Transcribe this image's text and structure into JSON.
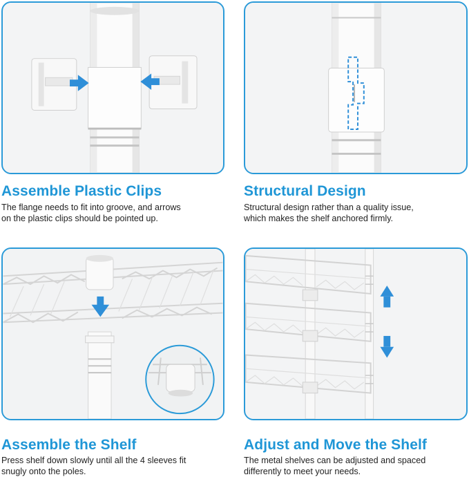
{
  "sections": [
    {
      "heading": "Assemble Plastic Clips",
      "desc_line1": "The flange needs to fit into groove, and arrows",
      "desc_line2": "on the plastic clips should be pointed up."
    },
    {
      "heading": "Structural Design",
      "desc_line1": "Structural design rather than a quality issue,",
      "desc_line2": "which makes the shelf anchored firmly."
    },
    {
      "heading": "Assemble the Shelf",
      "desc_line1": "Press shelf down slowly until all the 4 sleeves fit",
      "desc_line2": "snugly onto the poles."
    },
    {
      "heading": "Adjust and Move the Shelf",
      "desc_line1": "The metal shelves can be adjusted and spaced",
      "desc_line2": "differently to meet your needs."
    }
  ],
  "colors": {
    "accent": "#1f96d6",
    "border": "#2a9ad8",
    "arrow": "#2f8fd8"
  },
  "icons": [
    "arrow-right-icon",
    "arrow-left-icon",
    "arrow-down-icon",
    "arrow-up-icon"
  ]
}
